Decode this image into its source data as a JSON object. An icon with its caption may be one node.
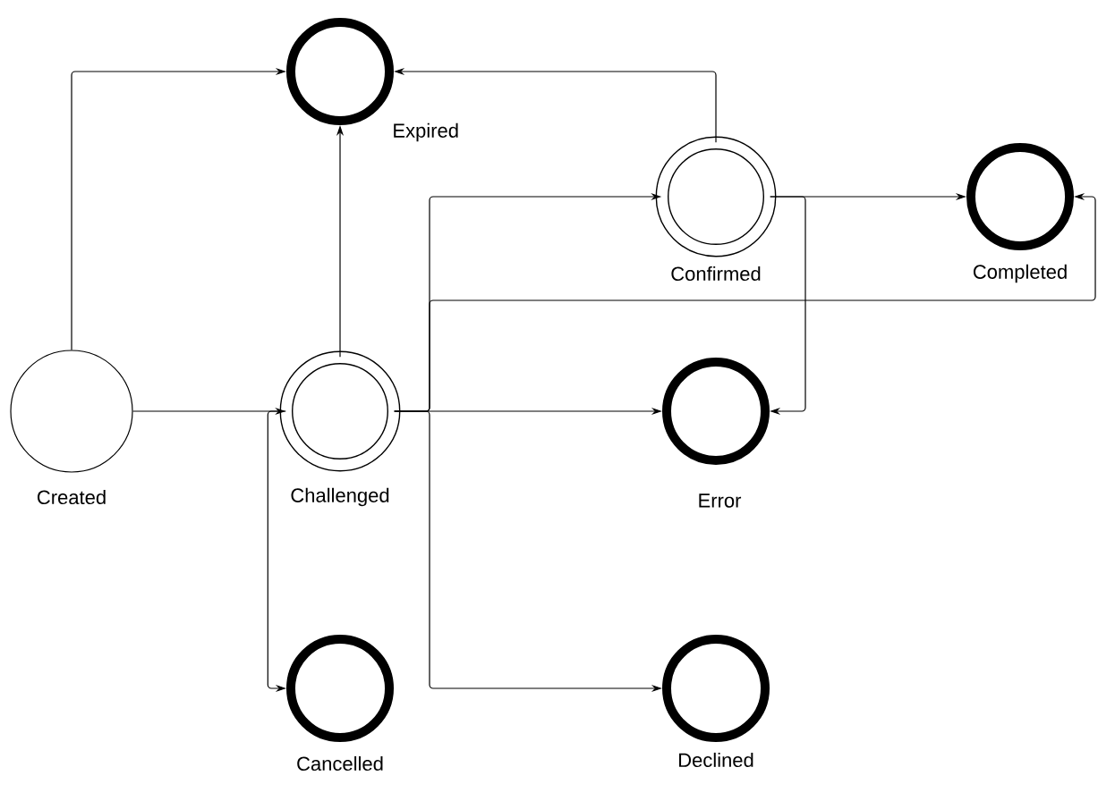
{
  "diagram": {
    "nodes": [
      {
        "text": [
          "Created"
        ]
      },
      {
        "text": [
          "Challenged"
        ]
      },
      {
        "text": [
          "Expired"
        ]
      },
      {
        "text": [
          "Confirmed"
        ]
      },
      {
        "text": [
          "Completed"
        ]
      },
      {
        "text": [
          "Error"
        ]
      },
      {
        "text": [
          "Cancelled"
        ]
      },
      {
        "text": [
          "Declined"
        ]
      }
    ],
    "edges": [
      {
        "from": 0,
        "to": 2,
        "arrow": "to"
      },
      {
        "from": 0,
        "to": 1,
        "arrow": "to"
      },
      {
        "from": 1,
        "to": 2,
        "arrow": "to"
      },
      {
        "from": 1,
        "to": 3,
        "arrow": "to"
      },
      {
        "from": 1,
        "to": 4,
        "arrow": "to"
      },
      {
        "from": 1,
        "to": 5,
        "arrow": "to"
      },
      {
        "from": 1,
        "to": 7,
        "arrow": "to"
      },
      {
        "from": 1,
        "to": 6,
        "arrow": "to"
      },
      {
        "from": 3,
        "to": 2,
        "arrow": "to"
      },
      {
        "from": 3,
        "to": 4,
        "arrow": "to"
      },
      {
        "from": 3,
        "to": 5,
        "arrow": "to"
      }
    ]
  }
}
